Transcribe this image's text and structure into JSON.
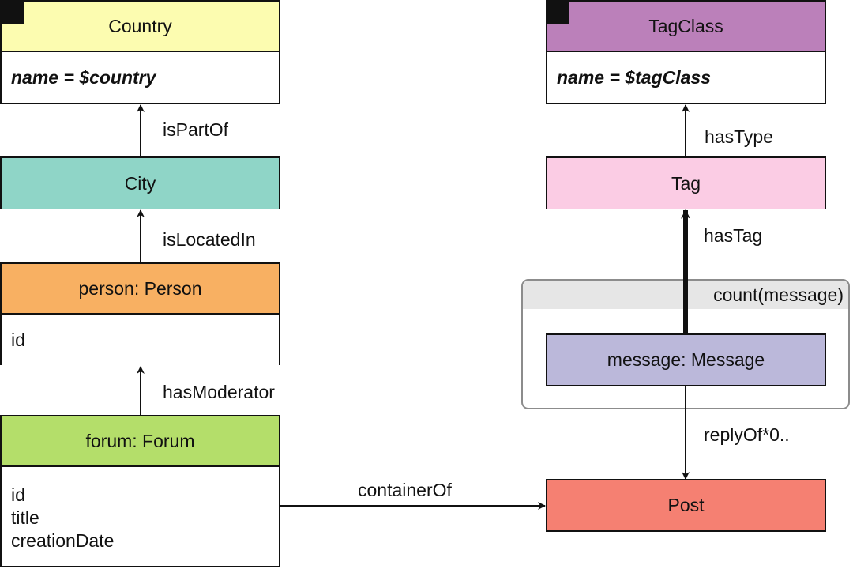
{
  "nodes": {
    "country": {
      "label": "Country",
      "condition": "name = $country",
      "color": "#fcfcb0"
    },
    "city": {
      "label": "City",
      "color": "#8fd5c7"
    },
    "person": {
      "label": "person: Person",
      "attributes": [
        "id"
      ],
      "color": "#f8b062"
    },
    "forum": {
      "label": "forum: Forum",
      "attributes": [
        "id",
        "title",
        "creationDate"
      ],
      "color": "#b4de6a"
    },
    "tagclass": {
      "label": "TagClass",
      "condition": "name = $tagClass",
      "color": "#bb80ba"
    },
    "tag": {
      "label": "Tag",
      "color": "#fbcce4"
    },
    "message": {
      "label": "message: Message",
      "color": "#bbb8da"
    },
    "post": {
      "label": "Post",
      "color": "#f58072"
    }
  },
  "group": {
    "label": "count(message)"
  },
  "edges": {
    "is_part_of": "isPartOf",
    "is_located_in": "isLocatedIn",
    "has_moderator": "hasModerator",
    "container_of": "containerOf",
    "has_type": "hasType",
    "has_tag": "hasTag",
    "reply_of": "replyOf*0.."
  }
}
